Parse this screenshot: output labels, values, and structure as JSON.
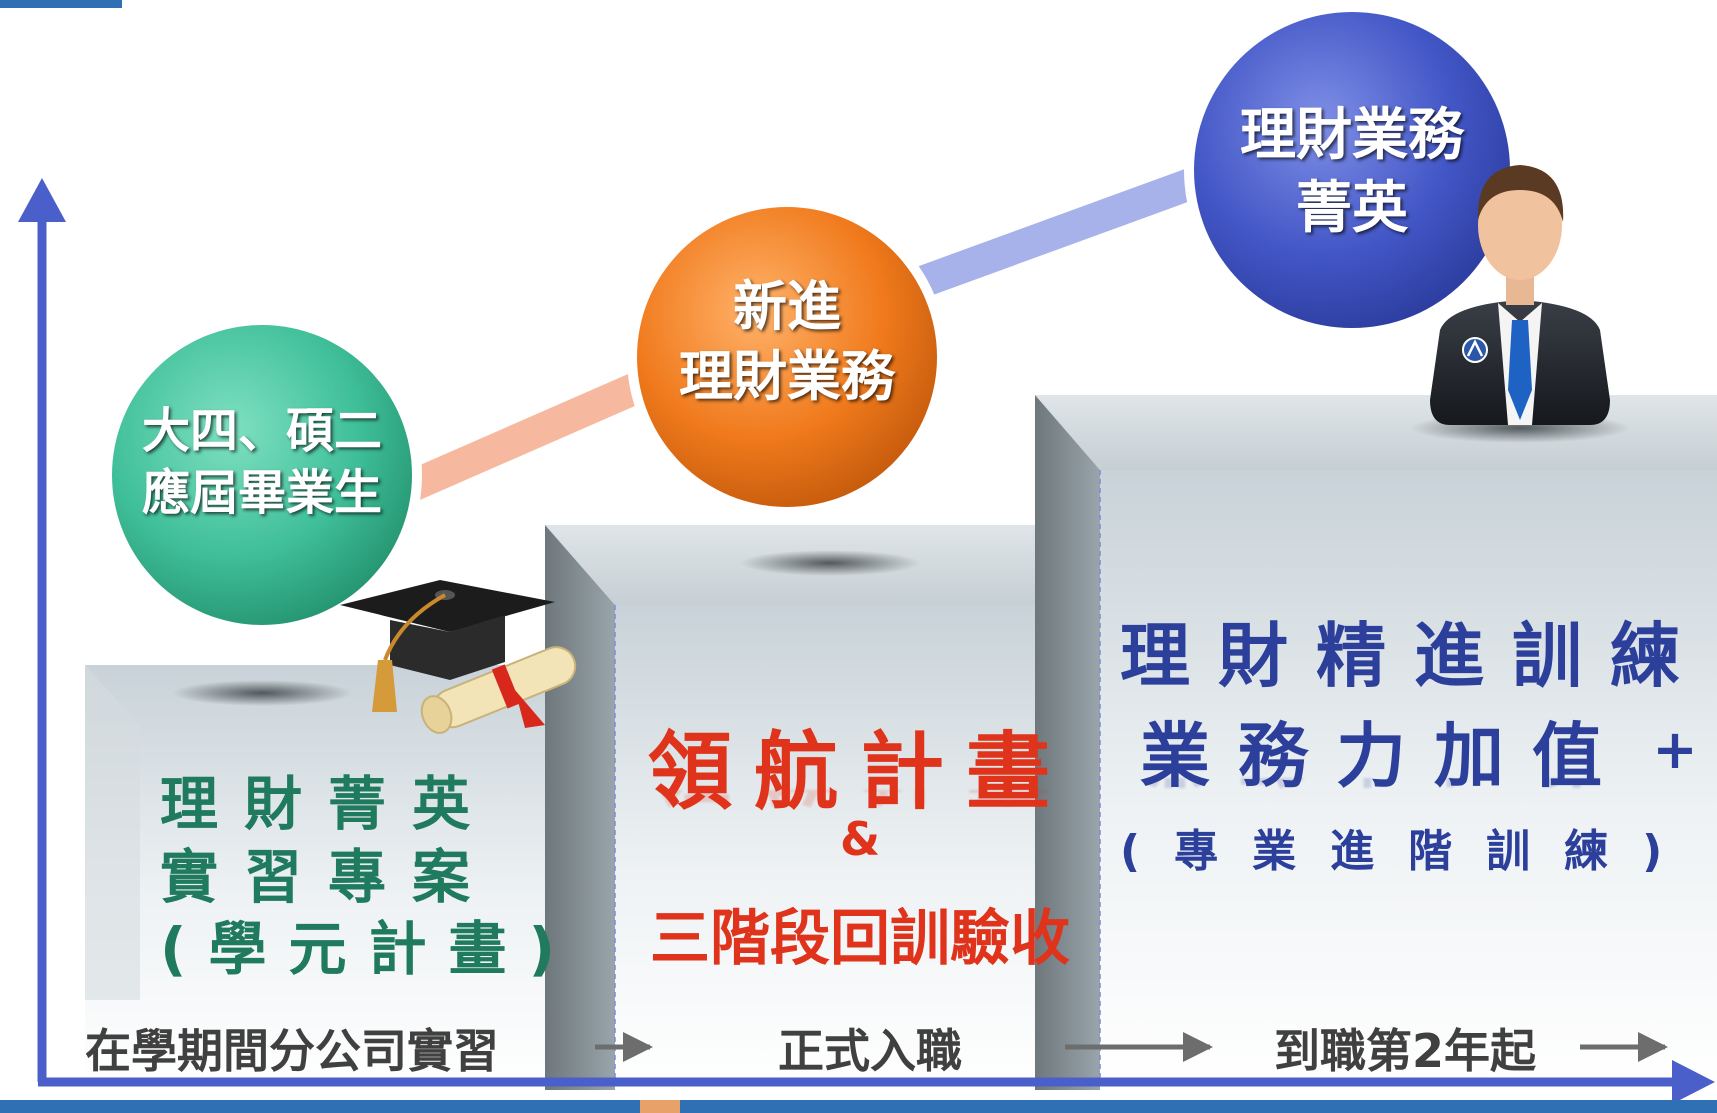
{
  "bubbles": {
    "graduate": {
      "line1": "大四、碩二",
      "line2": "應屆畢業生"
    },
    "new_hire": {
      "line1": "新進",
      "line2": "理財業務"
    },
    "elite": {
      "line1": "理財業務",
      "line2": "菁英"
    }
  },
  "steps": {
    "intern": {
      "line1": "理財菁英",
      "line2": "實習專案",
      "line3": "(學元計畫)"
    },
    "pilot": {
      "title": "領航計畫",
      "amp": "&",
      "subtitle": "三階段回訓驗收"
    },
    "advanced": {
      "line1": "理財精進訓練",
      "line2": "業務力加值",
      "plus": "+",
      "line3": "(專業進階訓練)"
    }
  },
  "timeline": {
    "phase1": "在學期間分公司實習",
    "phase2": "正式入職",
    "phase3": "到職第2年起"
  },
  "colors": {
    "axis": "#4a5fc9",
    "green_bubble": "#3fbf99",
    "orange_bubble": "#f07a1c",
    "blue_bubble": "#4256c6",
    "connector_orange": "#f6b9a0",
    "connector_blue": "#a7b2ea"
  },
  "icons": [
    "graduation-cap-icon",
    "diploma-scroll-icon",
    "businessman-icon"
  ]
}
